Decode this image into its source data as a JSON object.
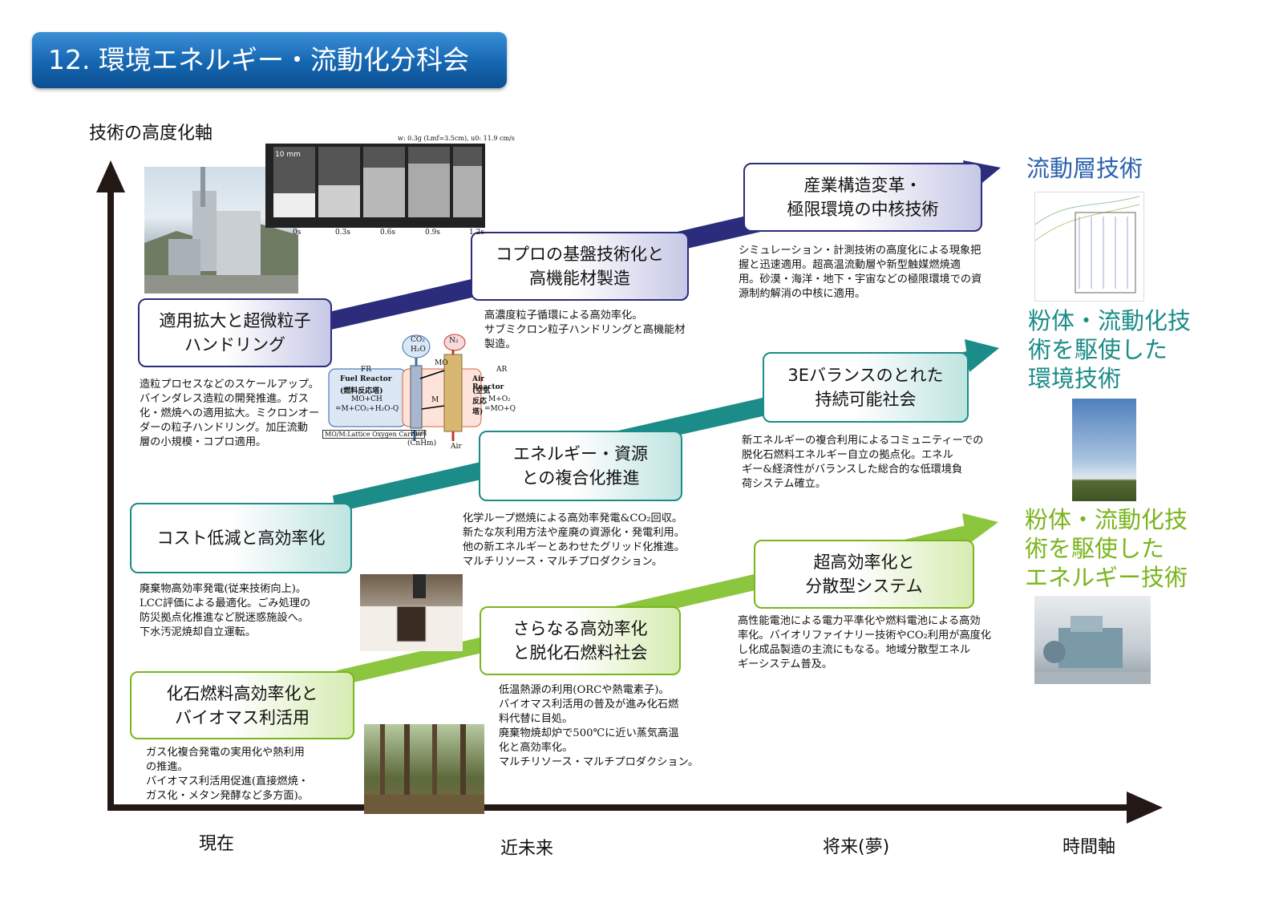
{
  "title": "12. 環境エネルギー・流動化分科会",
  "axes": {
    "y_label": "技術の高度化軸",
    "x_label": "時間軸"
  },
  "timeline": [
    "現在",
    "近未来",
    "将来(夢)"
  ],
  "colors": {
    "navy": "#2b2d7c",
    "teal": "#1b8c88",
    "green": "#7ab51d",
    "title_blue": "#1566b0"
  },
  "tracks": [
    {
      "name": "navy",
      "stages": [
        {
          "label_lines": [
            "適用拡大と超微粒子",
            "ハンドリング"
          ],
          "desc": "造粒プロセスなどのスケールアップ。\nバインダレス造粒の開発推進。ガス\n化・燃焼への適用拡大。ミクロンオー\nダーの粒子ハンドリング。加圧流動\n層の小規模・コプロ適用。"
        },
        {
          "label_lines": [
            "コプロの基盤技術化と",
            "高機能材製造"
          ],
          "desc": "高濃度粒子循環による高効率化。\nサブミクロン粒子ハンドリングと高機能材\n製造。"
        },
        {
          "label_lines": [
            "産業構造変革・",
            "極限環境の中核技術"
          ],
          "desc": "シミュレーション・計測技術の高度化による現象把\n握と迅速適用。超高温流動層や新型触媒燃焼適\n用。砂漠・海洋・地下・宇宙などの極限環境での資\n源制約解消の中核に適用。"
        }
      ],
      "goal": "流動層技術"
    },
    {
      "name": "teal",
      "stages": [
        {
          "label_lines": [
            "コスト低減と高効率化"
          ],
          "desc": "廃棄物高効率発電(従来技術向上)。\nLCC評価による最適化。ごみ処理の\n防災拠点化推進など脱迷惑施設へ。\n下水汚泥焼却自立運転。"
        },
        {
          "label_lines": [
            "エネルギー・資源",
            "との複合化推進"
          ],
          "desc": "化学ループ燃焼による高効率発電&CO₂回収。\n新たな灰利用方法や産廃の資源化・発電利用。\n他の新エネルギーとあわせたグリッド化推進。\nマルチリソース・マルチプロダクション。"
        },
        {
          "label_lines": [
            "3Eバランスのとれた",
            "持続可能社会"
          ],
          "desc": "新エネルギーの複合利用によるコミュニティーでの\n脱化石燃料エネルギー自立の拠点化。エネル\nギー&経済性がバランスした総合的な低環境負\n荷システム確立。"
        }
      ],
      "goal": "粉体・流動化技\n術を駆使した\n環境技術"
    },
    {
      "name": "green",
      "stages": [
        {
          "label_lines": [
            "化石燃料高効率化と",
            "バイオマス利活用"
          ],
          "desc": "ガス化複合発電の実用化や熱利用\nの推進。\nバイオマス利活用促進(直接燃焼・\nガス化・メタン発酵など多方面)。"
        },
        {
          "label_lines": [
            "さらなる高効率化",
            "と脱化石燃料社会"
          ],
          "desc": "低温熱源の利用(ORCや熱電素子)。\nバイオマス利活用の普及が進み化石燃\n料代替に目処。\n廃棄物焼却炉で500℃に近い蒸気高温\n化と高効率化。\nマルチリソース・マルチプロダクション。"
        },
        {
          "label_lines": [
            "超高効率化と",
            "分散型システム"
          ],
          "desc": "高性能電池による電力平準化や燃料電池による高効\n率化。バイオリファイナリー技術やCO₂利用が高度化\nし化成品製造の主流にもなる。地域分散型エネル\nギーシステム普及。"
        }
      ],
      "goal": "粉体・流動化技\n術を駆使した\nエネルギー技術"
    }
  ],
  "fluidization_image": {
    "caption": "w: 0.3g (Lmf=3.5cm), u0: 11.9 cm/s",
    "scale": "10 mm",
    "times": [
      "0s",
      "0.3s",
      "0.6s",
      "0.9s",
      "1.2s"
    ]
  },
  "clc_diagram": {
    "fr_abbr": "FR",
    "fr_title": "Fuel Reactor",
    "fr_jp": "(燃料反応塔)",
    "fr_eq1": "MO+CH",
    "fr_eq2": "=M+CO₂+H₂O-Q",
    "ar_abbr": "AR",
    "ar_title": "Air Reactor",
    "ar_jp": "(空気反応塔)",
    "ar_eq1": "M+O₂",
    "ar_eq2": "=MO+Q",
    "co2": "CO₂",
    "h2o": "H₂O",
    "n2": "N₂",
    "mo": "MO",
    "m": "M",
    "fuel": "Fuel",
    "fuel_formula": "(CnHm)",
    "air": "Air",
    "note": "MO/M:Lattice Oxygen Carrier"
  }
}
